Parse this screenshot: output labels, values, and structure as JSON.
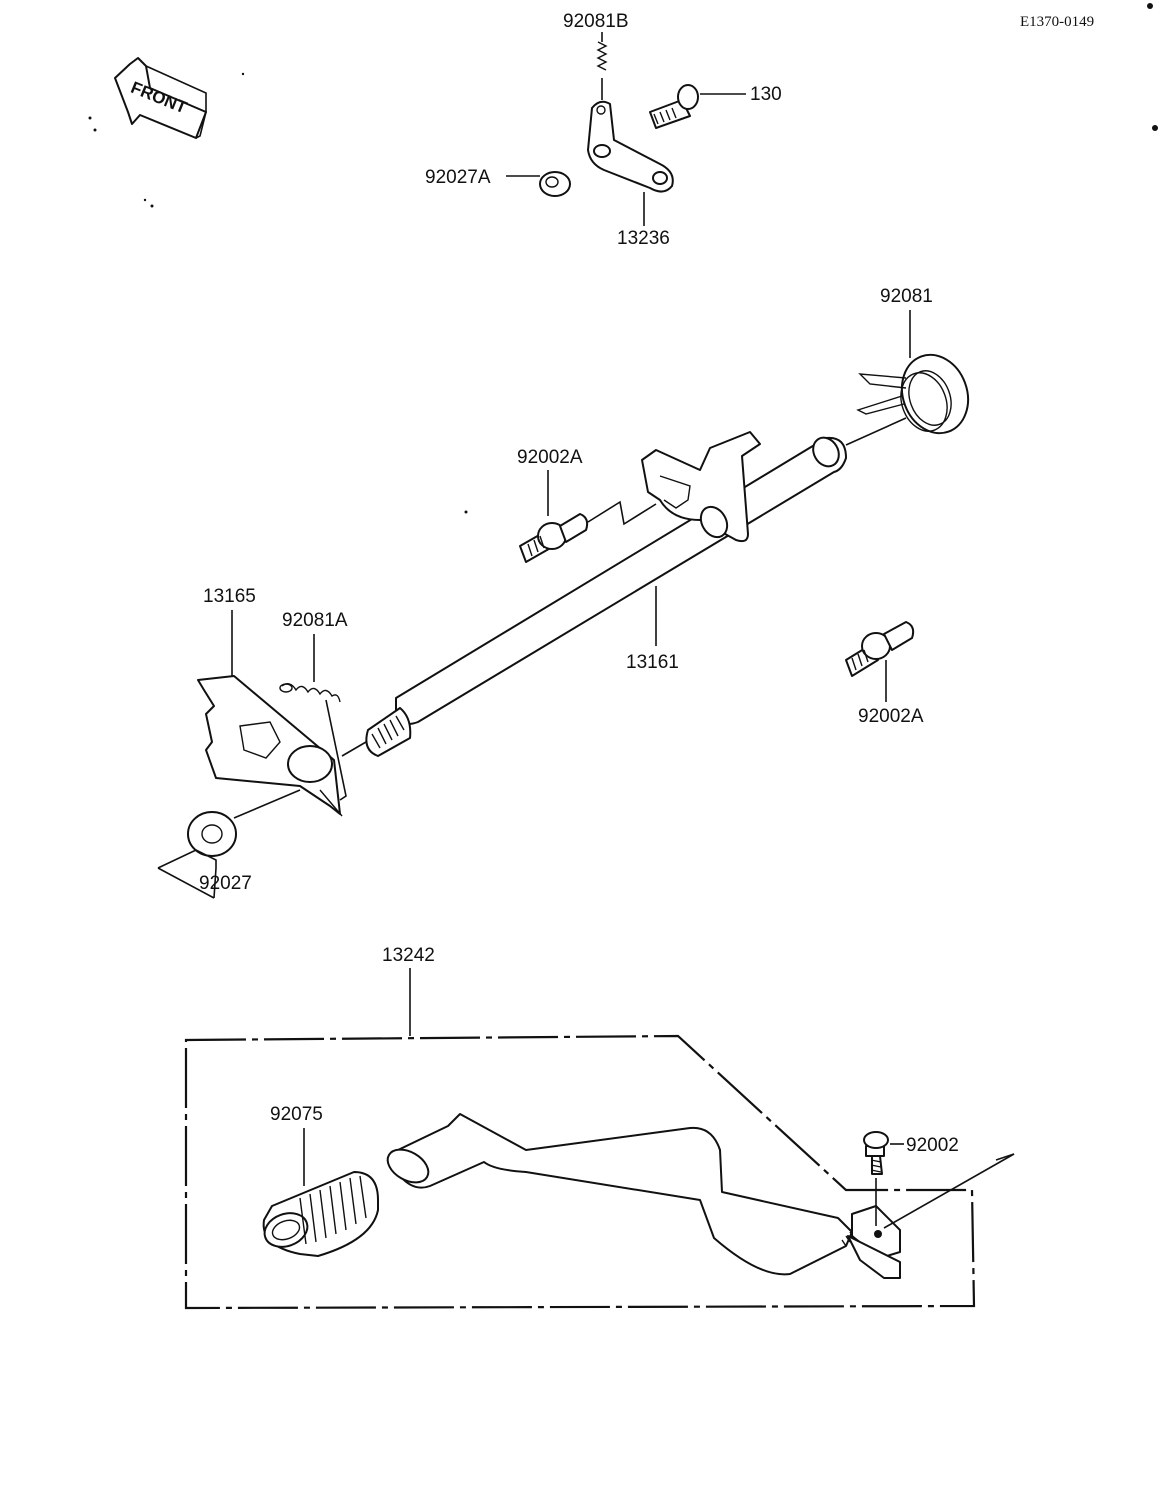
{
  "drawing_code": "E1370-0149",
  "front_label": "FRONT",
  "callouts": {
    "p92081B": "92081B",
    "p130": "130",
    "p92027A": "92027A",
    "p13236": "13236",
    "p92081": "92081",
    "p92002A_top": "92002A",
    "p13165": "13165",
    "p92081A": "92081A",
    "p13161": "13161",
    "p92002A_right": "92002A",
    "p92027": "92027",
    "p13242": "13242",
    "p92075": "92075",
    "p92002": "92002"
  }
}
